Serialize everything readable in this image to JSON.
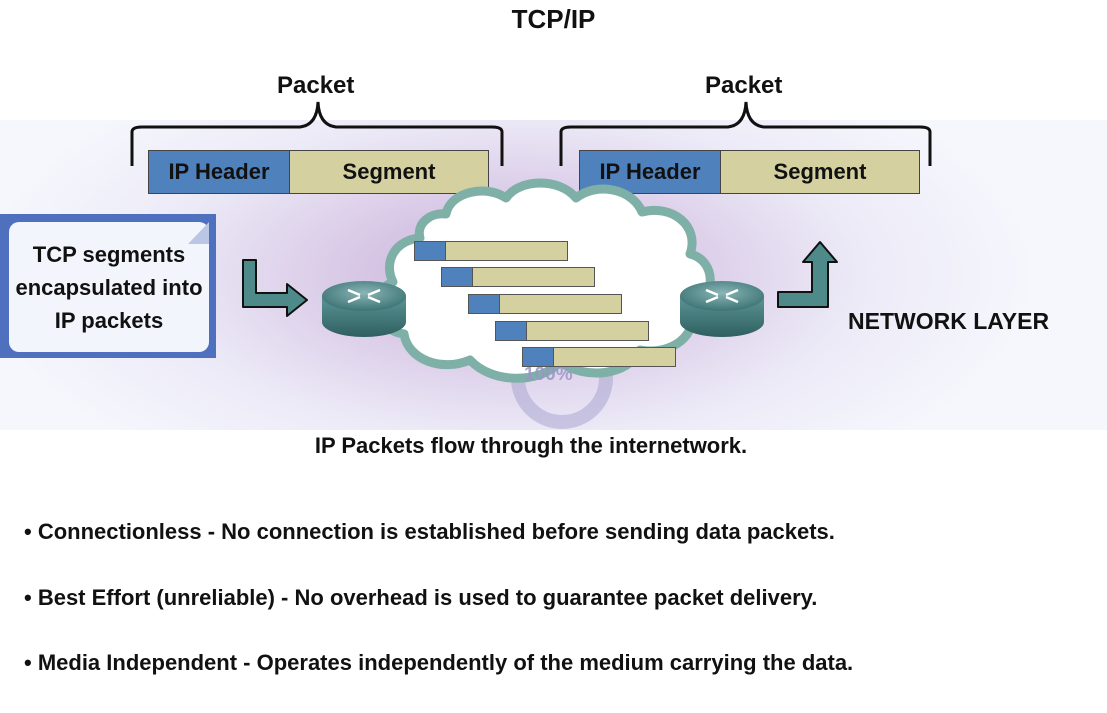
{
  "title": "TCP/IP",
  "packets": [
    {
      "label": "Packet",
      "header": "IP Header",
      "segment": "Segment"
    },
    {
      "label": "Packet",
      "header": "IP Header",
      "segment": "Segment"
    }
  ],
  "note": "TCP segments encapsulated into IP packets",
  "layer_label": "NETWORK LAYER",
  "progress_label": "100%",
  "caption": "IP Packets flow through the internetwork.",
  "bullets": [
    "• Connectionless - No connection is established before sending data packets.",
    "• Best Effort (unreliable) - No overhead is used to guarantee packet delivery.",
    "• Media Independent - Operates independently of the medium carrying the data."
  ],
  "colors": {
    "ip_header": "#4f81bd",
    "segment": "#d4d0a0",
    "router": "#4f8a8b",
    "arrow": "#4f8a8b"
  }
}
